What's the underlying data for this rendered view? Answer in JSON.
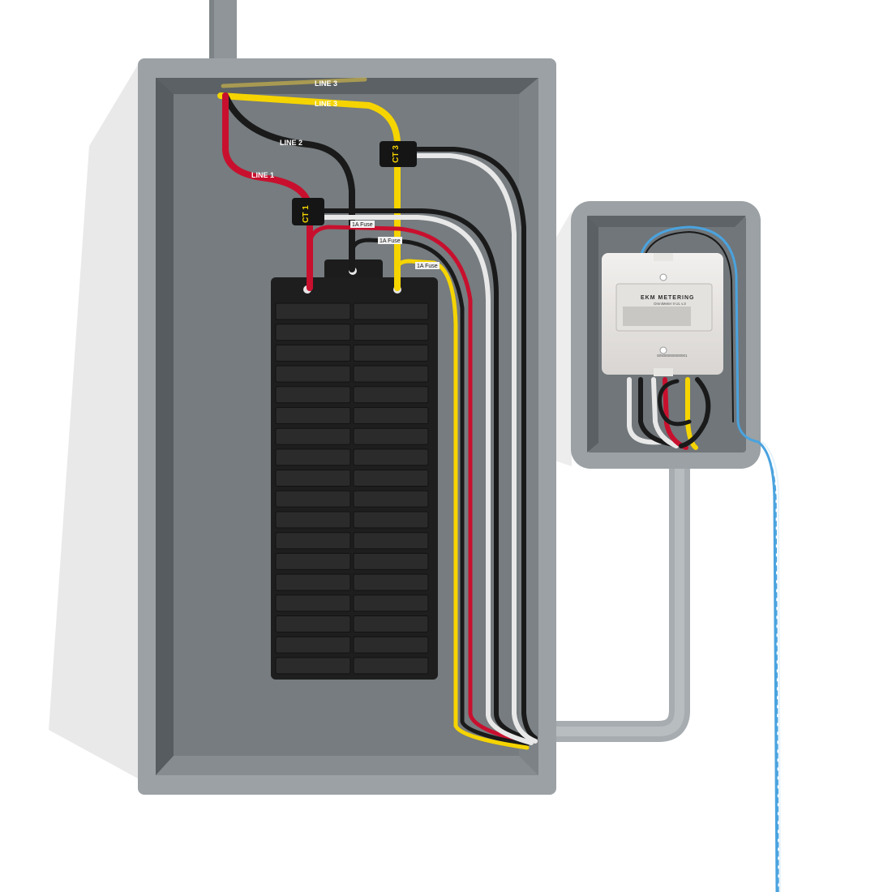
{
  "labels": {
    "line1": "LINE 1",
    "line2": "LINE 2",
    "line3": "LINE 3",
    "line3_top": "LINE 3",
    "ct1": "CT 1",
    "ct3": "CT 3",
    "fuse1": "1A Fuse",
    "fuse2": "1A Fuse",
    "fuse3": "1A Fuse"
  },
  "meter": {
    "brand": "EKM METERING",
    "model": "OmniMeter II UL v.3",
    "serial": "S/N000000000001"
  },
  "colors": {
    "box": "#9aa0a3",
    "box_inner": "#6f7578",
    "wire_red": "#c8102e",
    "wire_black": "#1a1a1a",
    "wire_white": "#e8e8e8",
    "wire_yellow": "#f5d400",
    "comm_blue": "#4aa3df",
    "breaker": "#1e1e1e"
  },
  "breaker_slots": 36
}
